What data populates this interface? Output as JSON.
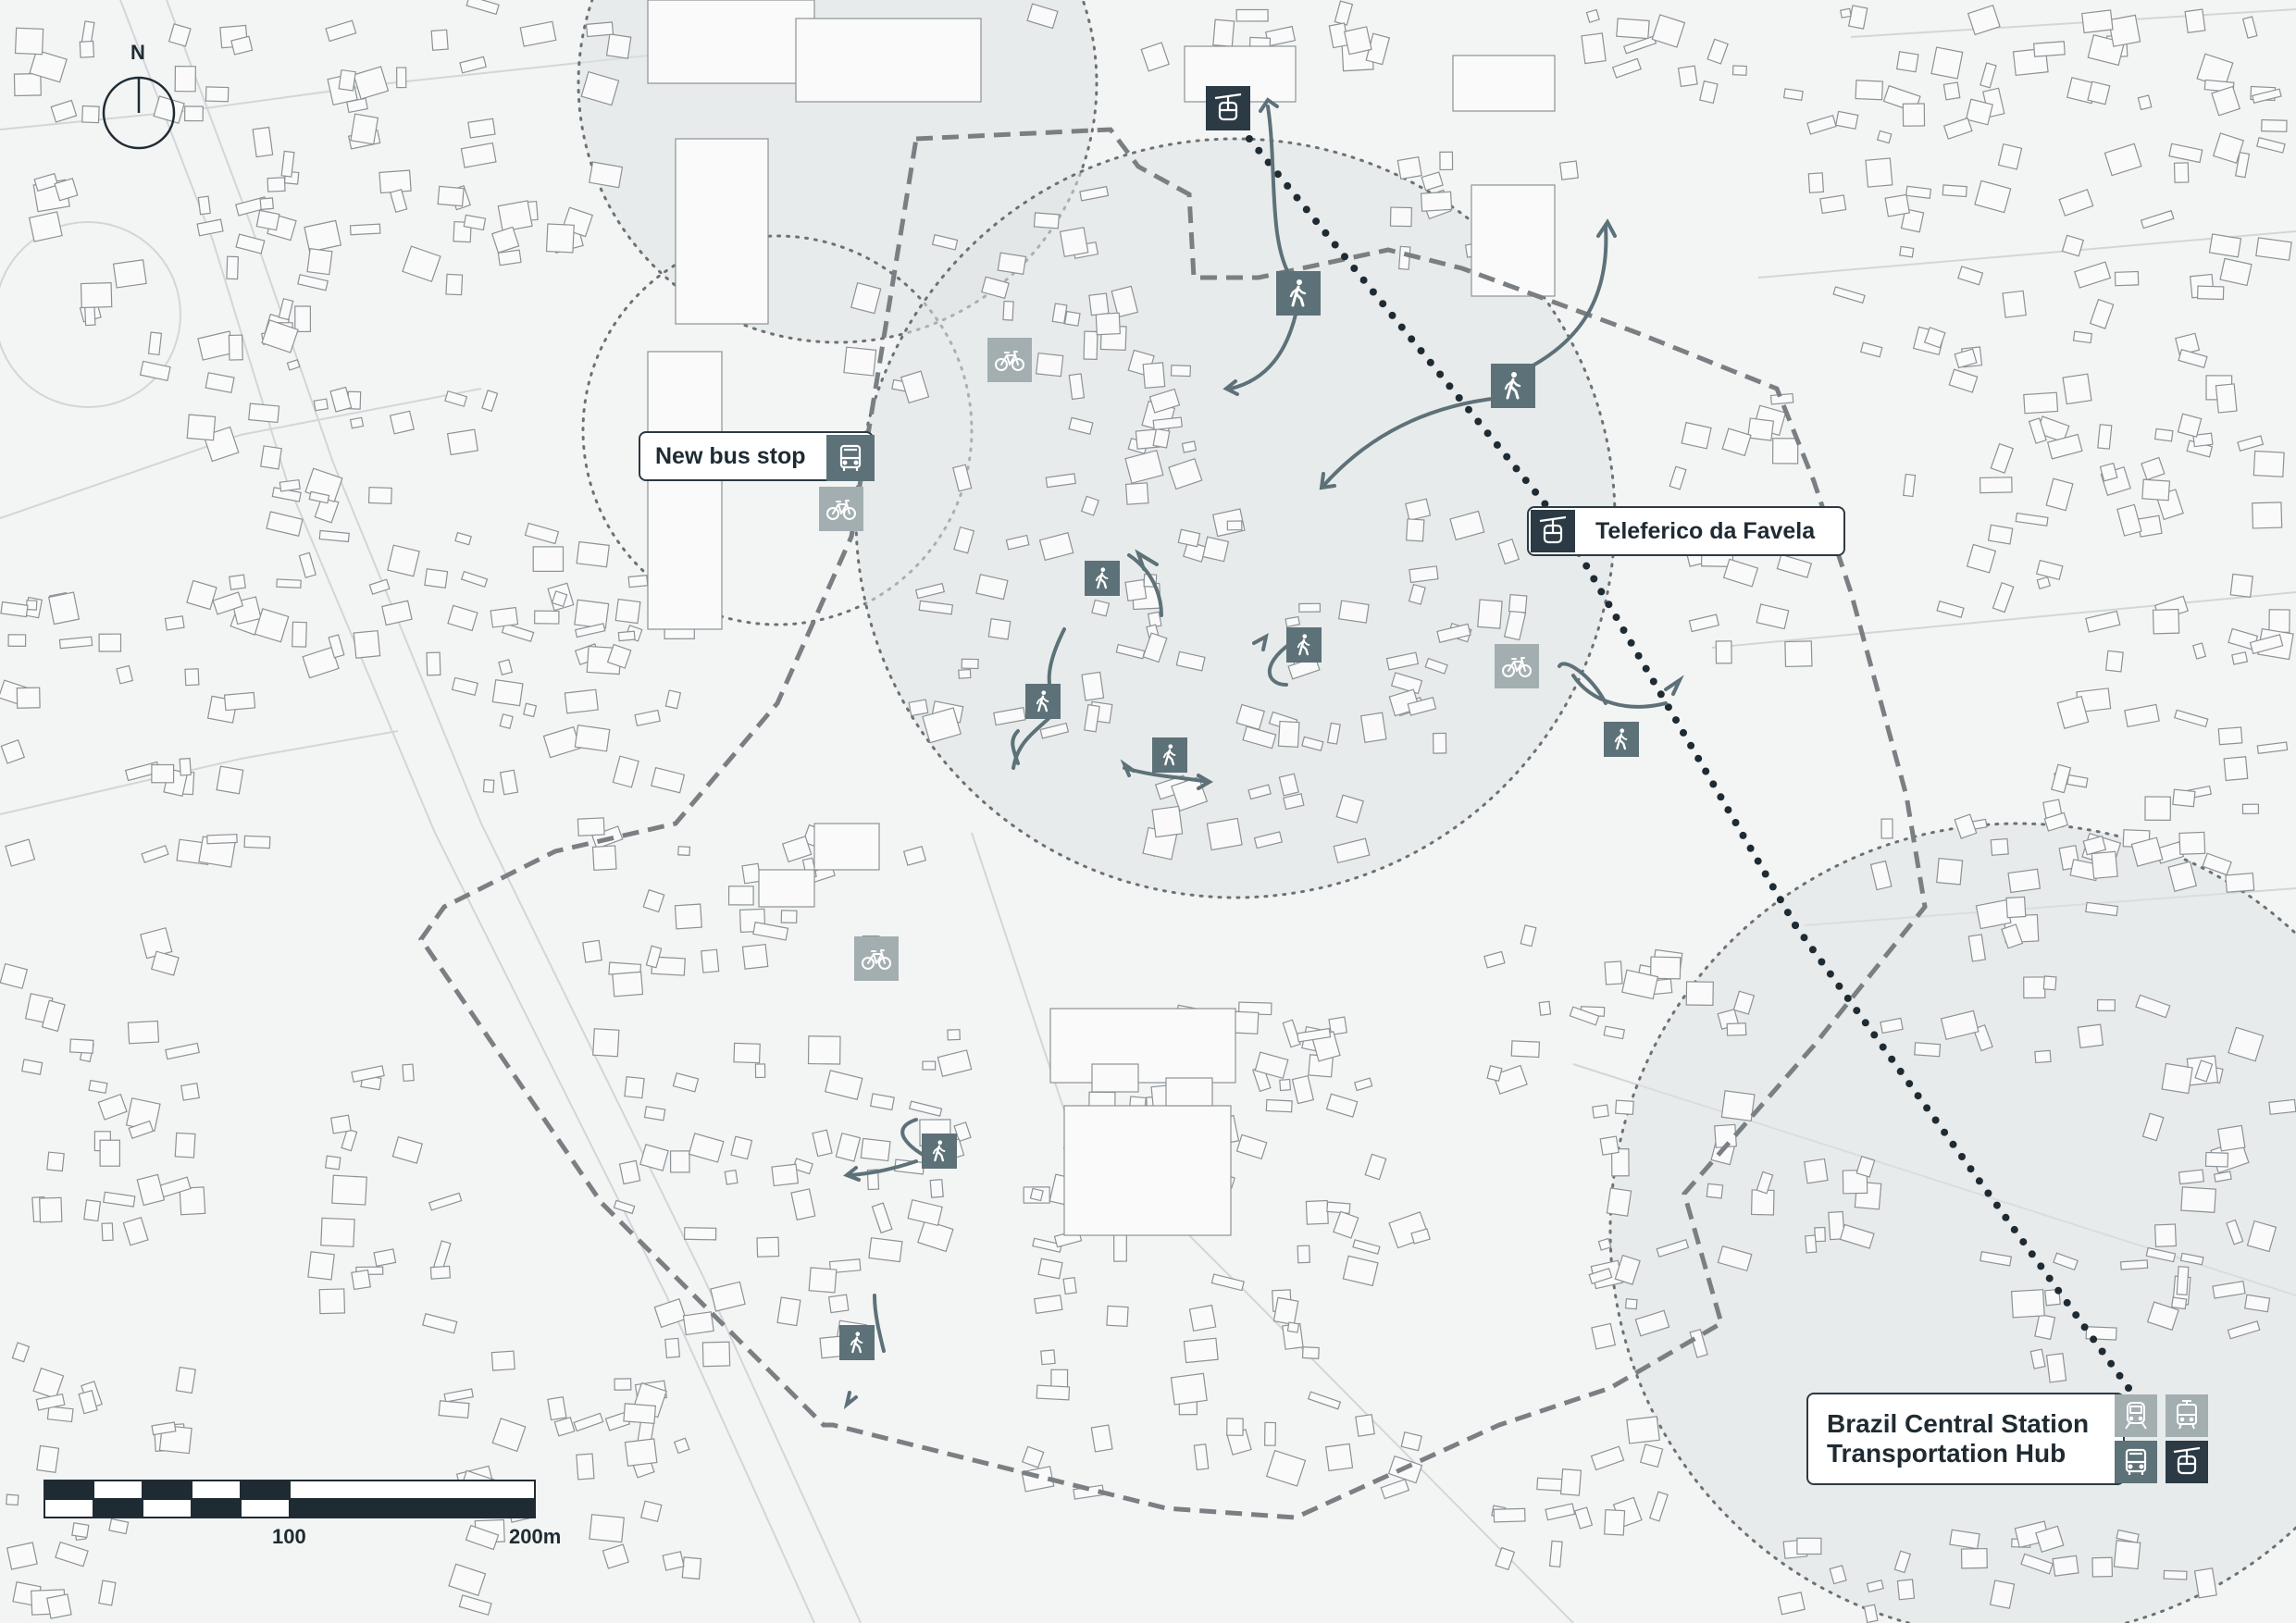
{
  "colors": {
    "background": "#f3f4f4",
    "building_fill": "#fafafa",
    "building_stroke": "#8c9296",
    "boundary": "#7a7f83",
    "catchment": "#dfe3e3",
    "accent_dark": "#2b3a44",
    "accent_mid": "#5d7178",
    "accent_light": "#a3aeb1",
    "cable_line": "#1f2b33"
  },
  "north_arrow": {
    "label": "N"
  },
  "labels": {
    "bus_stop": "New bus stop",
    "teleferico": "Teleferico da Favela",
    "hub_line1": "Brazil Central Station",
    "hub_line2": "Transportation Hub"
  },
  "scale_bar": {
    "label_mid": "100",
    "label_end": "200m"
  },
  "icon_legend": {
    "pedestrian": "pedestrian-icon",
    "bicycle": "bicycle-icon",
    "bus": "bus-icon",
    "cable_car": "cable-car-icon",
    "train": "train-icon",
    "tram": "tram-icon"
  }
}
